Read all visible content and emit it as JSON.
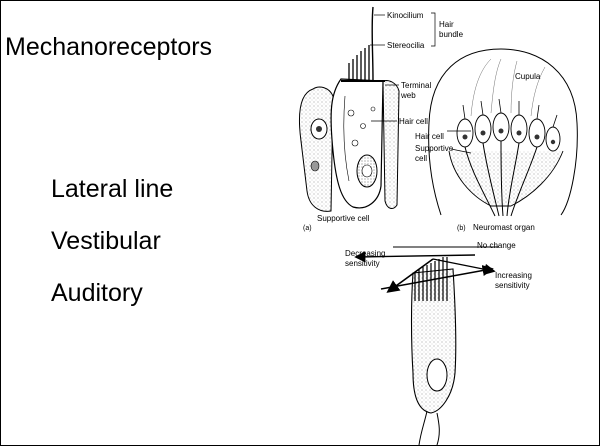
{
  "slide": {
    "title": "Mechanoreceptors",
    "bullets": [
      "Lateral line",
      "Vestibular",
      "Auditory"
    ]
  },
  "figure_a": {
    "kinocilium": "Kinocilium",
    "stereocilia": "Stereocilia",
    "hair_bundle": "Hair\nbundle",
    "terminal_web": "Terminal\nweb",
    "hair_cell": "Hair cell",
    "supportive_cell": "Supportive cell",
    "panel_label": "(a)"
  },
  "figure_b": {
    "cupula": "Cupula",
    "hair_cell": "Hair cell",
    "supportive_cell": "Supportive\ncell",
    "panel_label": "(b)",
    "caption": "Neuromast organ"
  },
  "figure_c": {
    "decreasing": "Decreasing\nsensitivity",
    "no_change": "No change",
    "increasing": "Increasing\nsensitivity"
  }
}
